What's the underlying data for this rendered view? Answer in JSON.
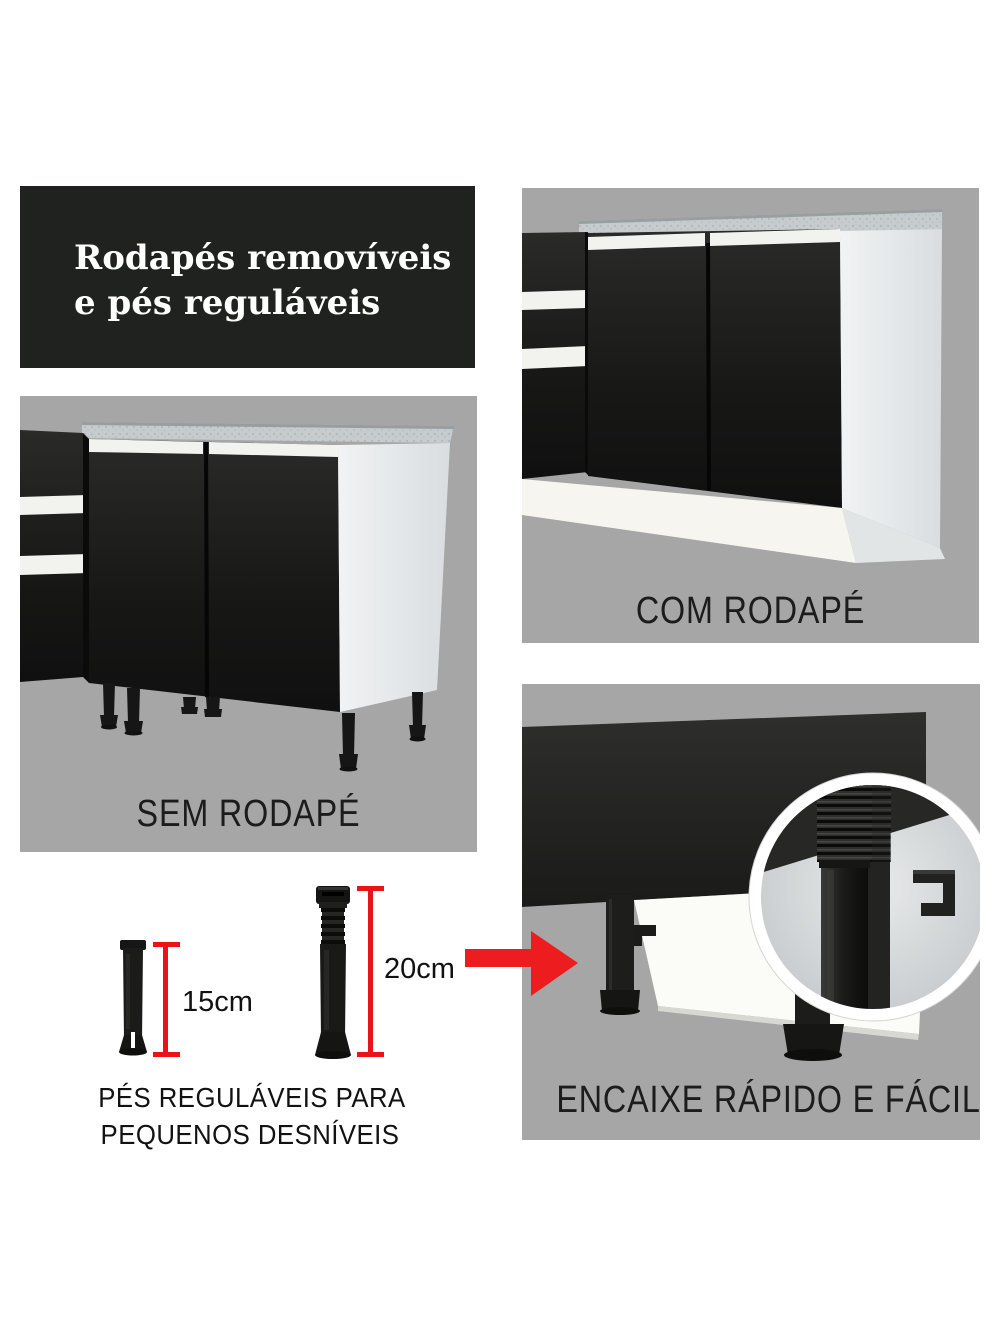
{
  "title_box": {
    "line1": "Rodapés removíveis",
    "line2": "e pés reguláveis"
  },
  "panels": {
    "com_rodape": {
      "label": "COM RODAPÉ"
    },
    "sem_rodape": {
      "label": "SEM RODAPÉ"
    },
    "encaixe": {
      "label": "ENCAIXE RÁPIDO E FÁCIL"
    }
  },
  "feet_figure": {
    "short_foot_label": "15cm",
    "tall_foot_label": "20cm",
    "caption_line1": "PÉS REGULÁVEIS PARA",
    "caption_line2": "PEQUENOS DESNÍVEIS"
  },
  "icons": {
    "arrow": "red-arrow-right-icon",
    "magnifier": "magnifier-circle"
  },
  "colors": {
    "page_bg": "#ffffff",
    "panel_gray": "#a5a6a5",
    "title_bg": "#20221f",
    "title_fg": "#ffffff",
    "label_color": "#1c1c1c",
    "accent_red": "#ec1c1f",
    "measure_red": "#e9141a",
    "cabinet_black": "#1d1d1c",
    "countertop_gray": "#c6cbce"
  }
}
